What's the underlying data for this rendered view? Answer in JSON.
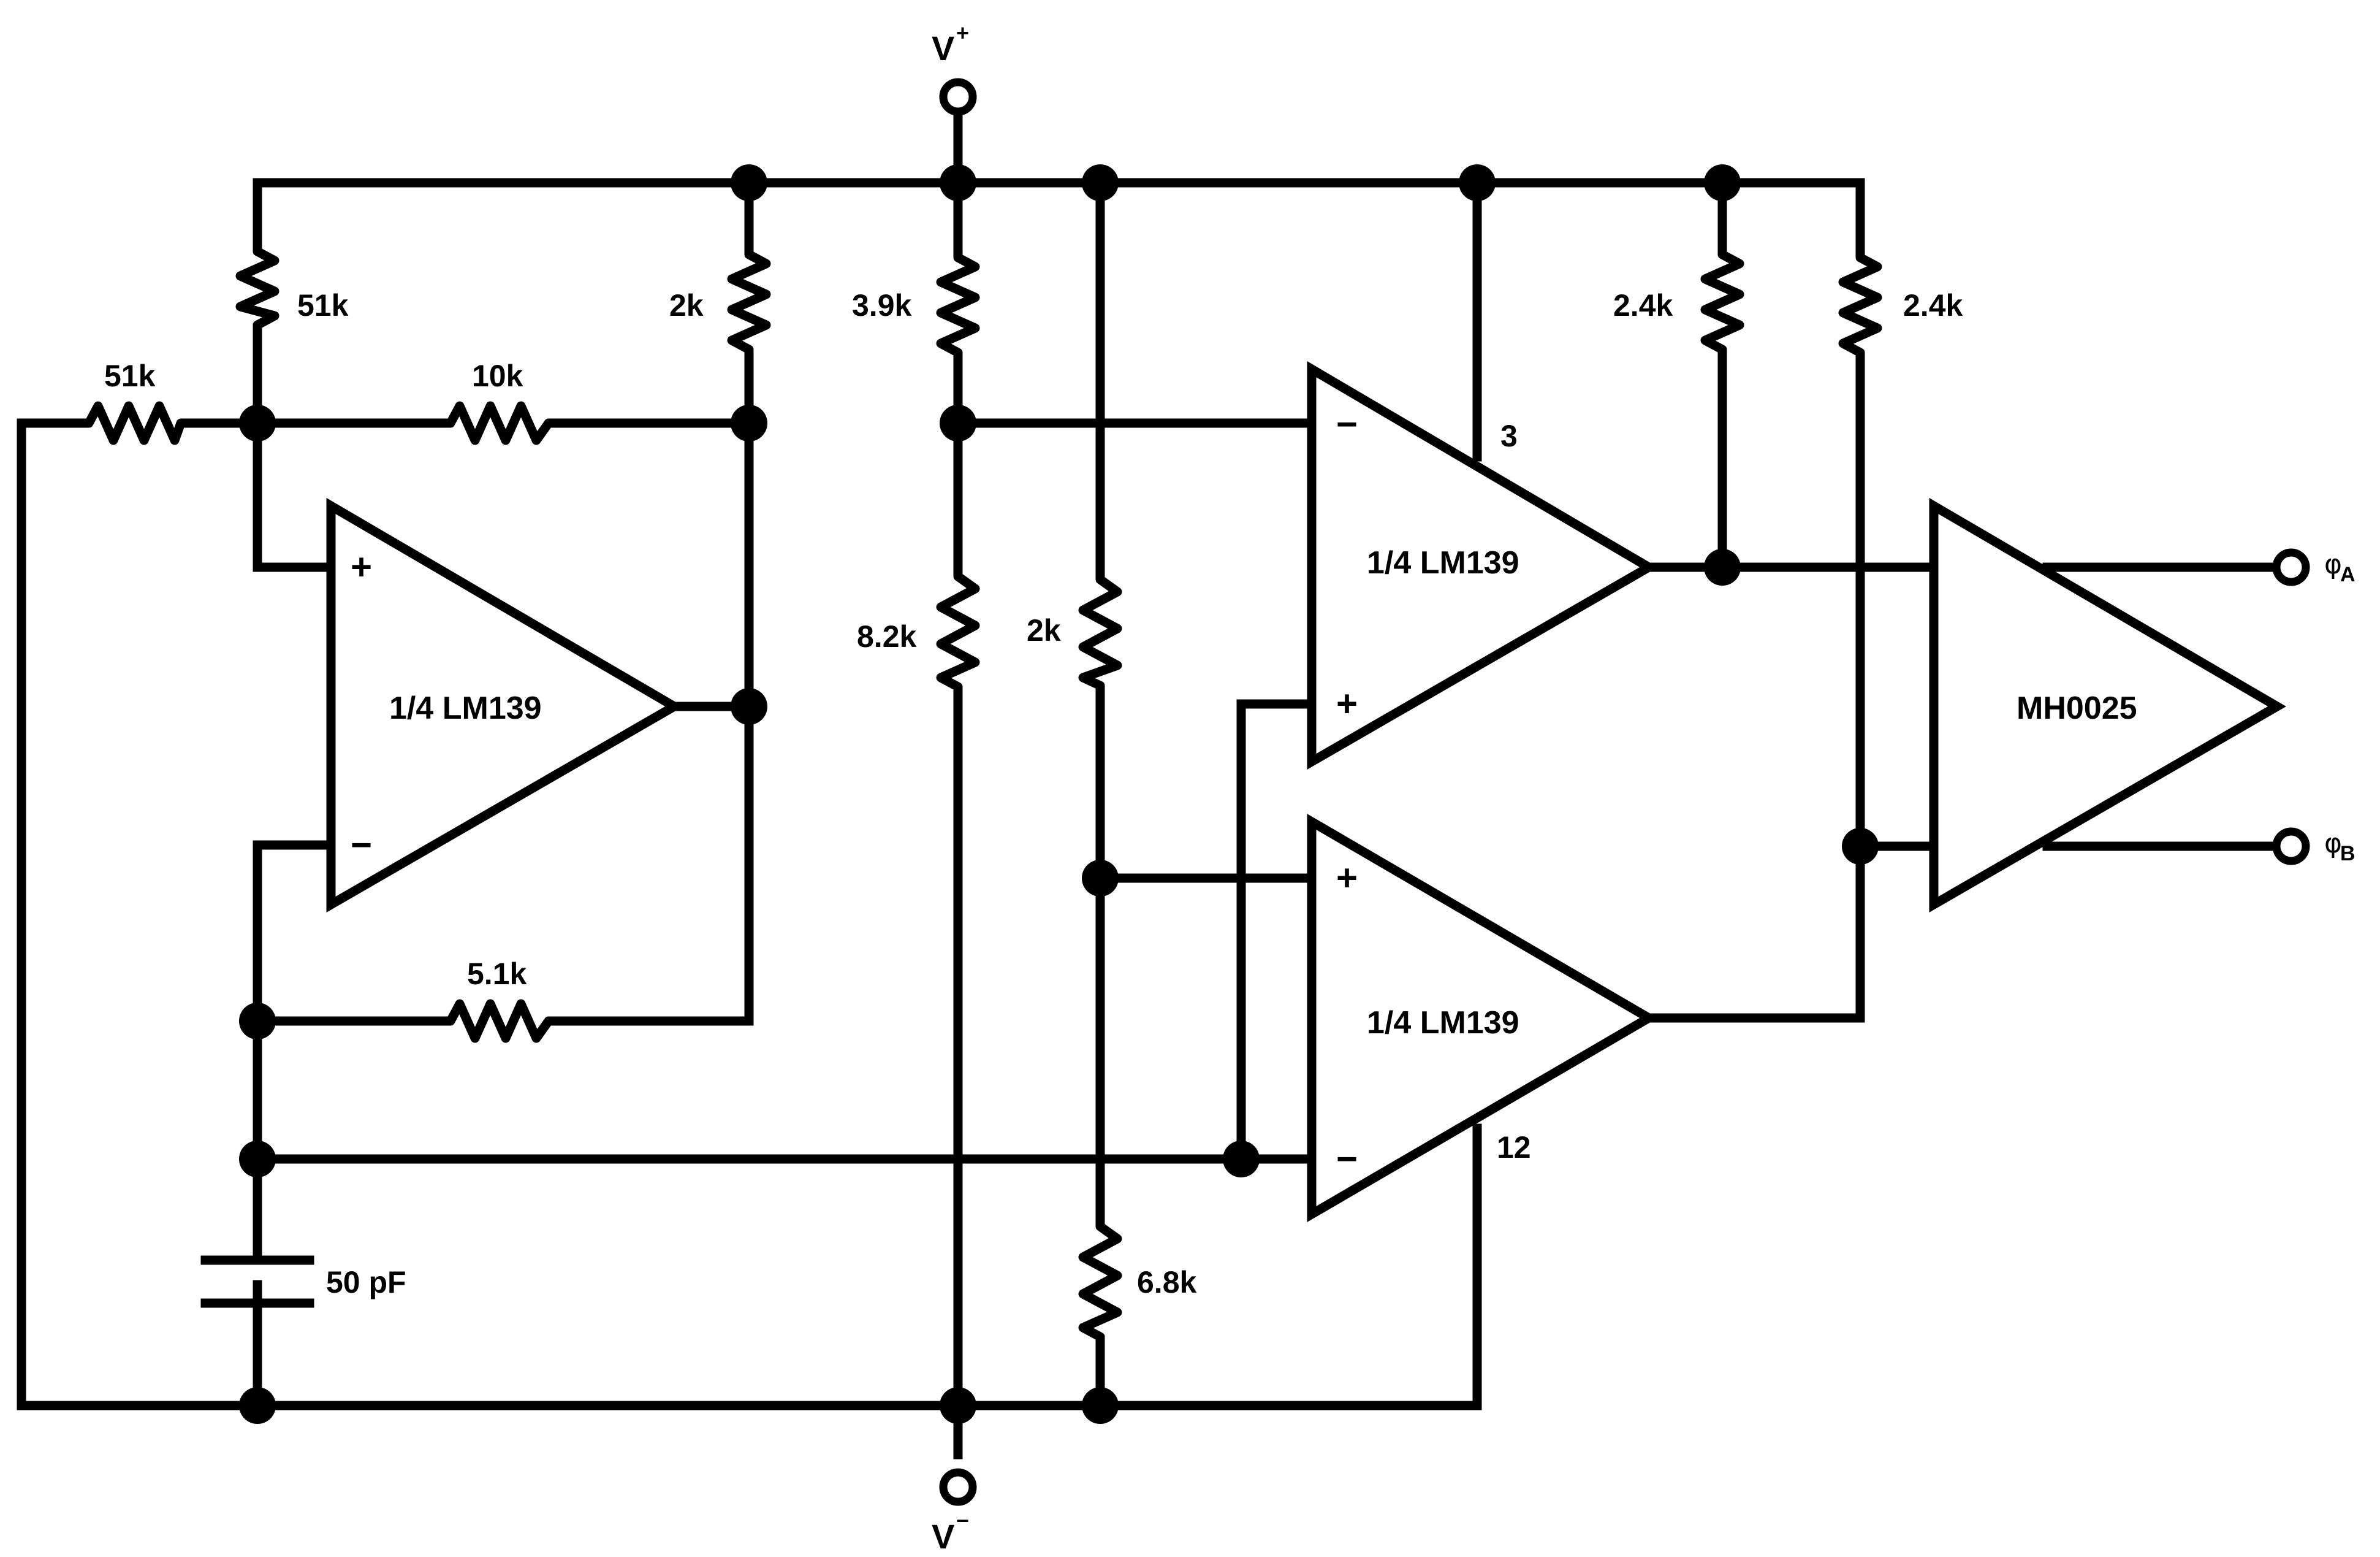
{
  "rails": {
    "vplus_label": "V",
    "vplus_sup": "+",
    "vminus_label": "V",
    "vminus_sup": "−"
  },
  "resistors": {
    "r51k_top": "51k",
    "r51k_left": "51k",
    "r10k": "10k",
    "r2k_top": "2k",
    "r5_1k": "5.1k",
    "r3_9k": "3.9k",
    "r8_2k": "8.2k",
    "r2k_mid": "2k",
    "r6_8k": "6.8k",
    "r2_4k_a": "2.4k",
    "r2_4k_b": "2.4k"
  },
  "capacitor": {
    "label": "50 pF"
  },
  "comparators": {
    "u1_label": "1/4 LM139",
    "u2_label": "1/4 LM139",
    "u3_label": "1/4 LM139",
    "plus": "+",
    "minus": "−"
  },
  "pins": {
    "pin3": "3",
    "pin12": "12"
  },
  "driver": {
    "label": "MH0025"
  },
  "outputs": {
    "phi_a": "φ",
    "phi_a_sub": "A",
    "phi_b": "φ",
    "phi_b_sub": "B"
  }
}
